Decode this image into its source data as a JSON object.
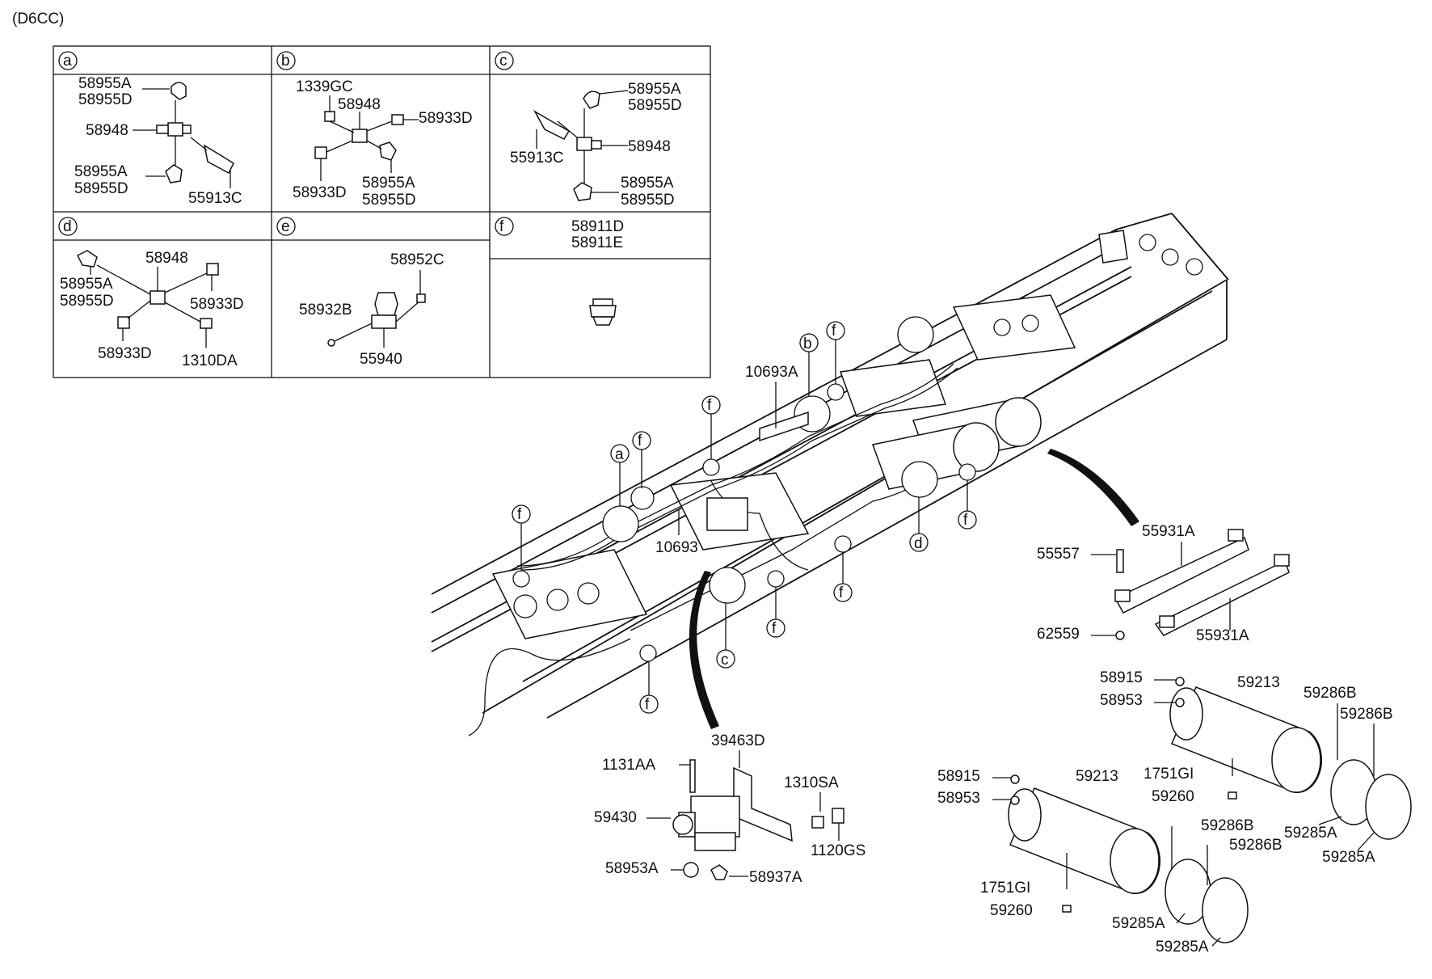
{
  "model_code": "(D6CC)",
  "detail_panels": [
    {
      "id": "a",
      "parts": [
        "58955A",
        "58955D",
        "58948",
        "58955A",
        "58955D",
        "55913C"
      ]
    },
    {
      "id": "b",
      "parts": [
        "1339GC",
        "58948",
        "58933D",
        "58933D",
        "58955A",
        "58955D"
      ]
    },
    {
      "id": "c",
      "parts": [
        "58955A",
        "58955D",
        "58948",
        "55913C",
        "58955A",
        "58955D"
      ]
    },
    {
      "id": "d",
      "parts": [
        "58948",
        "58955A",
        "58955D",
        "58933D",
        "58933D",
        "1310DA"
      ]
    },
    {
      "id": "e",
      "parts": [
        "58952C",
        "58932B",
        "55940"
      ]
    },
    {
      "id": "f",
      "parts": [
        "58911D",
        "58911E"
      ]
    }
  ],
  "frame_callouts": {
    "a": "a",
    "b": "b",
    "c": "c",
    "d": "d",
    "f": "f"
  },
  "frame_parts": [
    "10693A",
    "10693"
  ],
  "mount_parts": [
    "55931A",
    "55557",
    "62559",
    "55931A"
  ],
  "valve_parts": [
    "39463D",
    "1131AA",
    "1310SA",
    "59430",
    "1120GS",
    "58953A",
    "58937A"
  ],
  "tank_parts_upper": [
    "58915",
    "58953",
    "59213",
    "59286B",
    "59286B",
    "1751GI",
    "59260",
    "59285A",
    "59285A"
  ],
  "tank_parts_lower": [
    "58915",
    "58953",
    "59213",
    "1751GI",
    "59260",
    "59286B",
    "59286B",
    "59285A",
    "59285A"
  ]
}
